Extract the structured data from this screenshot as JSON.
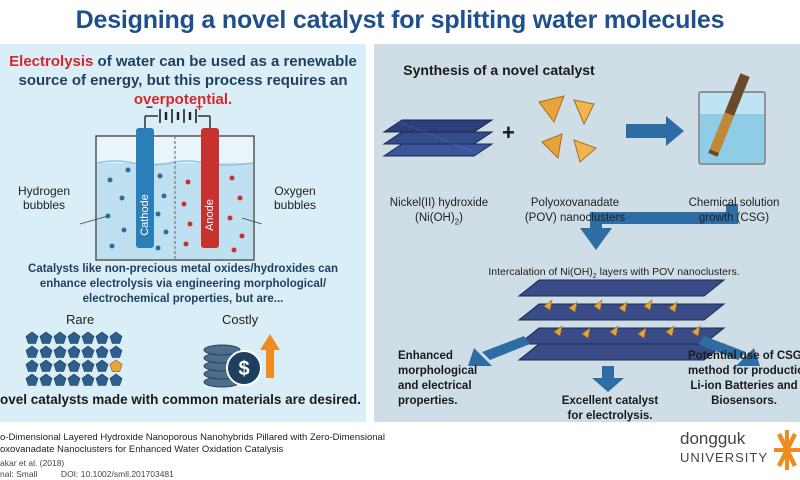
{
  "title": "Designing a novel catalyst for splitting water molecules",
  "left": {
    "intro_hl1": "Electrolysis",
    "intro_text1": " of water can be used as a renewable",
    "intro_text2": "source of energy, but this process requires an",
    "intro_hl2": "overpotential.",
    "cathode": "Cathode",
    "anode": "Anode",
    "minus": "−",
    "plus": "+",
    "hydrogen_line1": "Hydrogen",
    "hydrogen_line2": "bubbles",
    "oxygen_line1": "Oxygen",
    "oxygen_line2": "bubbles",
    "catalyst_line1": "Catalysts like non-precious metal oxides/hydroxides can",
    "catalyst_line2": "enhance electrolysis via engineering morphological/",
    "catalyst_line3": "electrochemical properties, but are...",
    "rare": "Rare",
    "costly": "Costly",
    "novel": "ovel catalysts made with common materials are desired."
  },
  "right": {
    "synthesis_title": "Synthesis of a novel catalyst",
    "nickel_line1": "Nickel(II) hydroxide",
    "nickel_line2": "(Ni(OH)",
    "nickel_sub": "2",
    "nickel_close": ")",
    "pov_line1": "Polyoxovanadate",
    "pov_line2": "(POV) nanoclusters",
    "csg_line1": "Chemical solution",
    "csg_line2": "growth (CSG)",
    "plus_sign": "+",
    "intercalation_a": "Intercalation of Ni(OH)",
    "intercalation_sub": "2",
    "intercalation_b": " layers with POV nanoclusters.",
    "enhanced_line1": "Enhanced",
    "enhanced_line2": "morphological",
    "enhanced_line3": "and electrical",
    "enhanced_line4": "properties.",
    "excellent_line1": "Excellent catalyst",
    "excellent_line2": "for electrolysis.",
    "potential_line1": "Potential use of CSG",
    "potential_line2": "method for production",
    "potential_line3": "Li-ion Batteries and",
    "potential_line4": "Biosensors."
  },
  "footer": {
    "ref_line1": "o-Dimensional Layered Hydroxide Nanoporous Nanohybrids Pillared with Zero-Dimensional",
    "ref_line2": "oxovanadate Nanoclusters for Enhanced Water Oxidation Catalysis",
    "ref_line3": "akar et al. (2018)",
    "ref_line4": "nal: Small          DOI: 10.1002/smll.201703481",
    "logo_line1": "dongguk",
    "logo_line2": "UNIVERSITY"
  },
  "colors": {
    "title_blue": "#1f4f8c",
    "highlight_red": "#d7262b",
    "left_bg": "#d9eef7",
    "right_bg": "#cfdde6",
    "cathode_blue": "#2a7fb8",
    "anode_red": "#c8322e",
    "arrow_blue": "#2e6da4",
    "pov_orange": "#e8a33a",
    "logo_orange": "#f08c1e"
  }
}
